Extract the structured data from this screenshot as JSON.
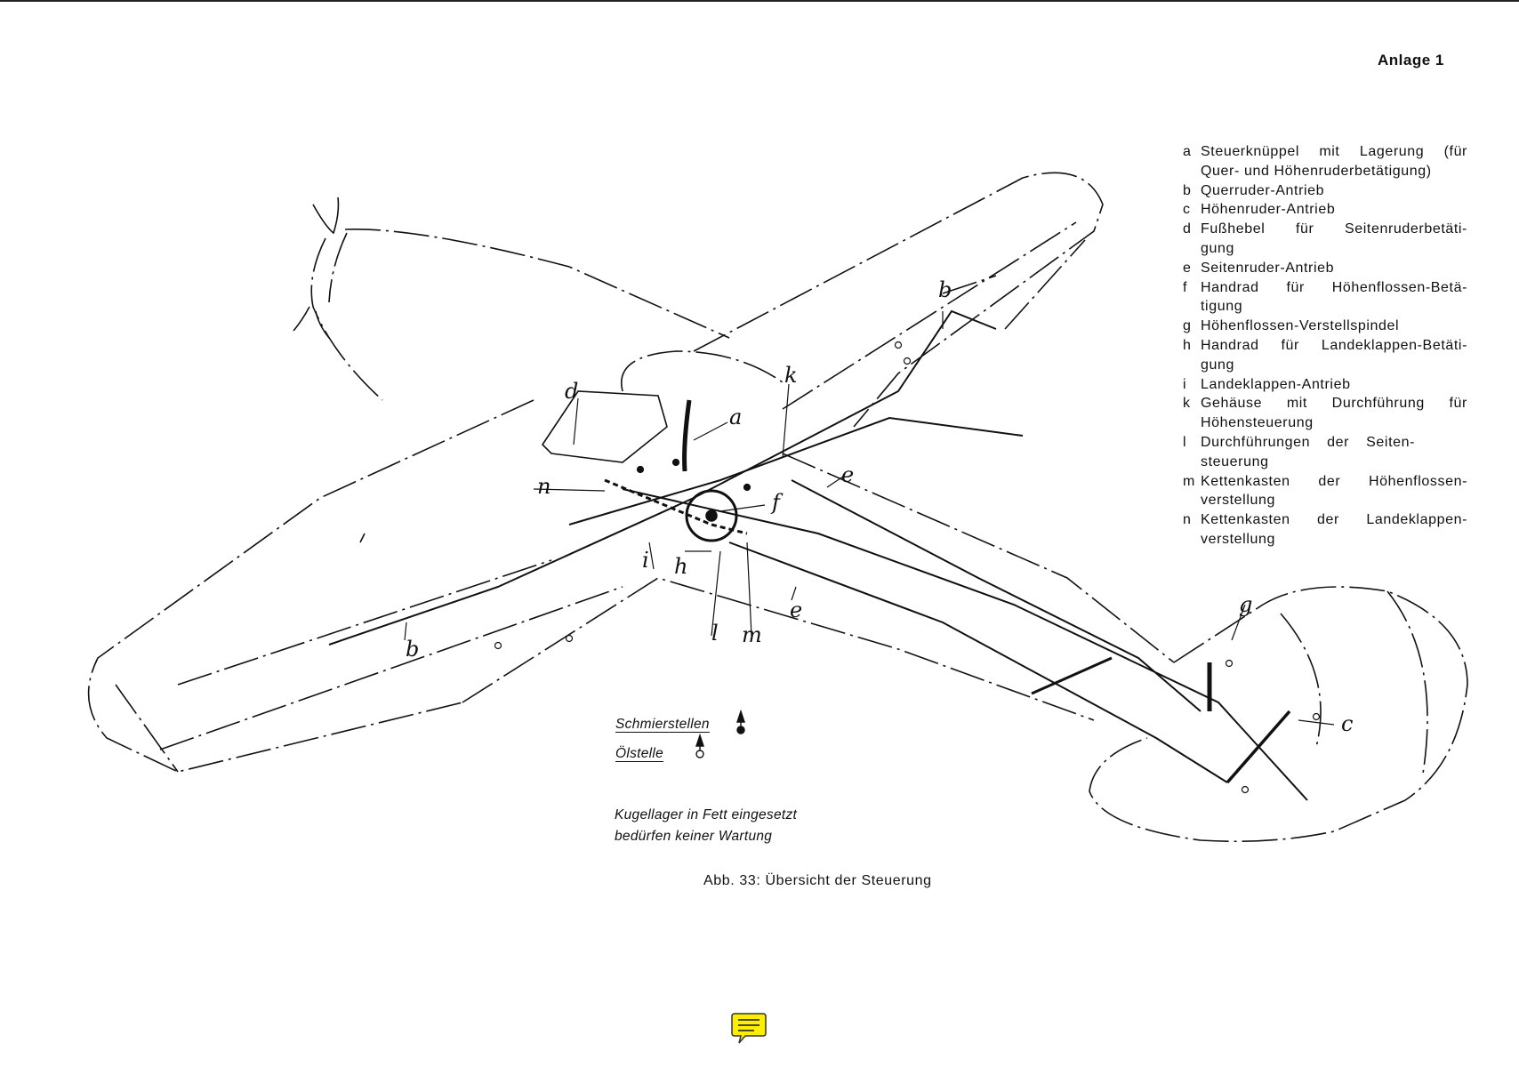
{
  "header": {
    "annex_label": "Anlage 1"
  },
  "legend": {
    "items": [
      {
        "key": "a",
        "lines": [
          "Steuerknüppel mit Lagerung (für",
          "Quer- und Höhenruderbetätigung)"
        ]
      },
      {
        "key": "b",
        "lines": [
          "Querruder-Antrieb"
        ]
      },
      {
        "key": "c",
        "lines": [
          "Höhenruder-Antrieb"
        ]
      },
      {
        "key": "d",
        "lines": [
          "Fußhebel für Seitenruderbetäti-",
          "gung"
        ]
      },
      {
        "key": "e",
        "lines": [
          "Seitenruder-Antrieb"
        ]
      },
      {
        "key": "f",
        "lines": [
          "Handrad für Höhenflossen-Betä-",
          "tigung"
        ]
      },
      {
        "key": "g",
        "lines": [
          "Höhenflossen-Verstellspindel"
        ]
      },
      {
        "key": "h",
        "lines": [
          "Handrad für Landeklappen-Betäti-",
          "gung"
        ]
      },
      {
        "key": "i",
        "lines": [
          "Landeklappen-Antrieb"
        ]
      },
      {
        "key": "k",
        "lines": [
          "Gehäuse mit Durchführung für",
          "Höhensteuerung"
        ]
      },
      {
        "key": "l",
        "lines": [
          "Durchführungen der Seiten-",
          "steuerung"
        ]
      },
      {
        "key": "m",
        "lines": [
          "Kettenkasten der Höhenflossen-",
          "verstellung"
        ]
      },
      {
        "key": "n",
        "lines": [
          "Kettenkasten der Landeklappen-",
          "verstellung"
        ]
      }
    ]
  },
  "diagram": {
    "labels": {
      "a": "a",
      "b1": "b",
      "b2": "b",
      "c": "c",
      "d": "d",
      "e1": "e",
      "e2": "e",
      "f": "f",
      "g": "g",
      "h": "h",
      "i": "i",
      "k": "k",
      "l": "l",
      "m": "m",
      "n": "n"
    },
    "symbols": {
      "grease_points": "Schmierstellen",
      "oil_point": "Ölstelle"
    },
    "note_line1": "Kugellager in Fett eingesetzt",
    "note_line2": "bedürfen keiner Wartung"
  },
  "caption": "Abb. 33: Übersicht der Steuerung",
  "colors": {
    "comment_icon_fill": "#ffee00",
    "ink": "#111111"
  }
}
